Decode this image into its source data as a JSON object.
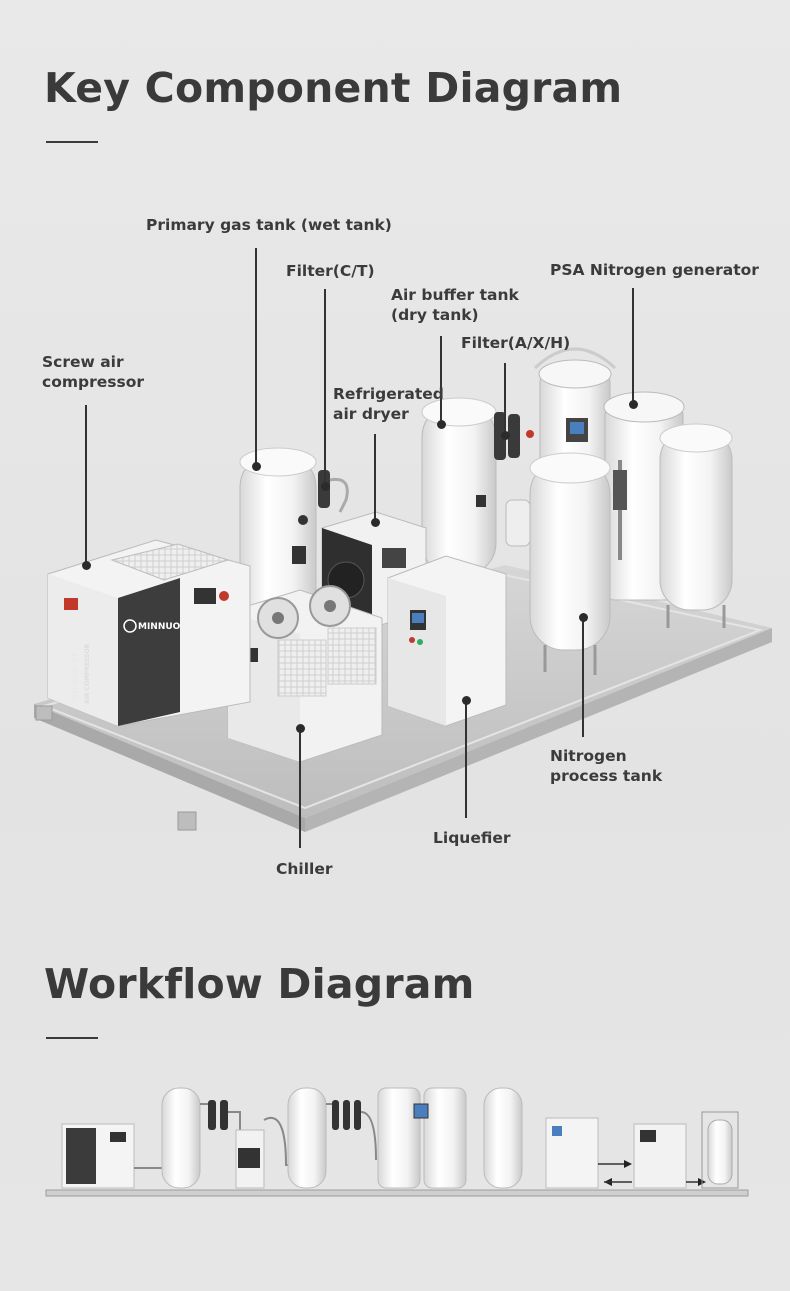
{
  "sections": {
    "key_components_title": "Key Component Diagram",
    "workflow_title": "Workflow Diagram"
  },
  "labels": {
    "screw_compressor_l1": "Screw air",
    "screw_compressor_l2": "compressor",
    "primary_tank": "Primary gas tank (wet tank)",
    "filter_ct": "Filter(C/T)",
    "dryer_l1": "Refrigerated",
    "dryer_l2": "air dryer",
    "buffer_l1": "Air buffer tank",
    "buffer_l2": "(dry tank)",
    "filter_axh": "Filter(A/X/H)",
    "psa": "PSA Nitrogen generator",
    "nitrogen_tank_l1": "Nitrogen",
    "nitrogen_tank_l2": "process tank",
    "liquefier": "Liquefier",
    "chiller": "Chiller"
  },
  "branding": {
    "logo_text": "MINNUO",
    "compressor_model": "MN-40A-8T",
    "compressor_sub": "AIR COMPRESSOR"
  },
  "colors": {
    "background": "#e6e6e6",
    "text": "#3a3a3a",
    "equipment_white": "#f4f4f4",
    "panel_dark": "#3b3b3b",
    "skid_metal": "#c9c9c9"
  }
}
